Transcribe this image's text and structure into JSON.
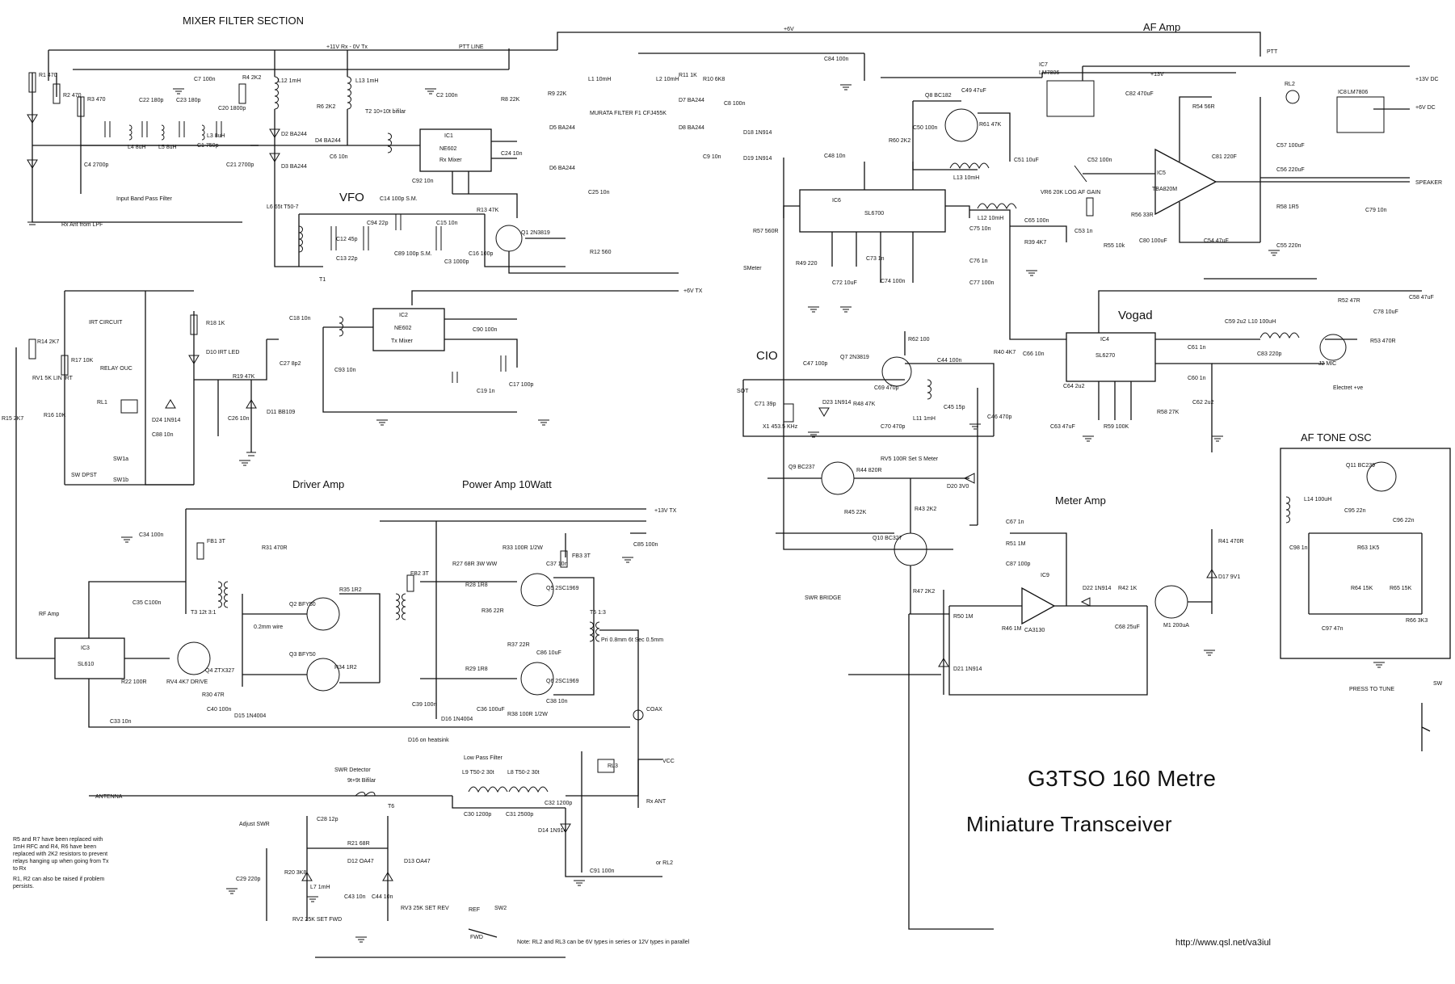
{
  "sections": {
    "mixer_filter": "MIXER FILTER SECTION",
    "af_amp": "AF Amp",
    "vfo": "VFO",
    "driver_amp": "Driver Amp",
    "power_amp": "Power Amp 10Watt",
    "cio": "CIO",
    "vogad": "Vogad",
    "af_tone_osc": "AF TONE OSC",
    "meter_amp": "Meter Amp",
    "input_bpf": "Input Band Pass Filter",
    "swr_detector": "SWR Detector",
    "low_pass_filter": "Low Pass Filter",
    "irt_circuit": "IRT CIRCUIT"
  },
  "title": {
    "line1": "G3TSO 160 Metre",
    "line2": "Miniature Transceiver"
  },
  "url": "http://www.qsl.net/va3iul",
  "notes": [
    "R5 and R7 have been replaced with 1mH RFC and R4, R6 have been replaced with 2K2 resistors to prevent relays hanging up when going from Tx to Rx",
    "R1, R2 can also be raised if problem persists."
  ],
  "rails": {
    "rx_line": "+11V Rx - 0V Tx",
    "ptt_line": "PTT LINE",
    "plus6v": "+6V",
    "plus13v": "+13V",
    "ptt": "PTT",
    "plus6v_tx": "+6V TX",
    "plus13v_tx": "+13V TX",
    "plus13v_dc": "+13V DC",
    "plus6v_dc": "+6V DC",
    "speaker": "SPEAKER",
    "rx_ant_from_lpf": "Rx Ant from LPF",
    "rx_ant": "Rx ANT",
    "vcc": "VCC",
    "antenna": "ANTENNA",
    "coax": "COAX",
    "swr_bridge": "SWR BRIDGE",
    "or_rl2": "or RL2",
    "press_to_tune": "PRESS TO TUNE",
    "electret": "Electret +ve"
  },
  "ics": {
    "ic1": [
      "IC1",
      "NE602",
      "Rx Mixer"
    ],
    "ic2": [
      "IC2",
      "NE602",
      "Tx Mixer"
    ],
    "ic3": [
      "IC3",
      "SL610"
    ],
    "ic4": [
      "IC4",
      "SL6270"
    ],
    "ic5": [
      "IC5",
      "TBA820M"
    ],
    "ic6": [
      "IC6",
      "SL6700"
    ],
    "ic7": [
      "IC7",
      "LM7806"
    ],
    "ic8": [
      "IC8",
      "LM7806"
    ],
    "ic9": [
      "IC9",
      "CA3130"
    ]
  },
  "labels": {
    "r1": "R1 470",
    "r2": "R2 470",
    "r3": "R3 470",
    "r4": "R4 2K2",
    "c22": "C22 180p",
    "c23": "C23 180p",
    "c20": "C20 1800p",
    "c4": "C4 2700p",
    "c21": "C21 2700p",
    "c7": "C7 100n",
    "c1": "C1 750p",
    "l4": "L4 8uH",
    "l5": "L5 8uH",
    "l3": "L3 8uH",
    "l12": "L12 1mH",
    "l13": "L13 1mH",
    "d2": "D2 BA244",
    "d3": "D3 BA244",
    "r6": "R6 2K2",
    "d4": "D4 BA244",
    "c6": "C6 10n",
    "t2": "T2 10+10t bifilar",
    "c2": "C2 100n",
    "r8": "R8 22K",
    "r9": "R9 22K",
    "l1": "L1 10mH",
    "f1": "MURATA FILTER F1 CFJ455K",
    "d5": "D5 BA244",
    "d6": "D6 BA244",
    "c24": "C24 10n",
    "c25": "C25 10n",
    "c92": "C92 10n",
    "l2": "L2 10mH",
    "r11": "R11 1K",
    "r10": "R10 6K8",
    "d7": "D7 BA244",
    "d8": "D8 BA244",
    "c8": "C8 100n",
    "c9": "C9 10n",
    "d18": "D18 1N914",
    "d19": "D19 1N914",
    "c84": "C84 100n",
    "c50": "C50 100n",
    "q8": "Q8 BC182",
    "c49": "C49 47uF",
    "r61": "R61 47K",
    "r60": "R60 2K2",
    "l13b": "L13 10mH",
    "c51": "C51 10uF",
    "c52": "C52 100n",
    "vr6": "VR6 20K LOG AF GAIN",
    "c48": "C48 10n",
    "r57": "R57 560R",
    "l12b": "L12 10mH",
    "c75": "C75 10n",
    "c65": "C65 100n",
    "r39": "R39 4K7",
    "c76": "C76 1n",
    "c77": "C77 100n",
    "c74": "C74 100n",
    "c73": "C73 1n",
    "c72": "C72 10uF",
    "r49": "R49 220",
    "smeter": "SMeter",
    "c82": "C82 470uF",
    "r54": "R54 56R",
    "c81": "C81 220F",
    "c57": "C57 100uF",
    "c56": "C56 220uF",
    "r58": "R58 1R5",
    "c55": "C55 220n",
    "c54": "C54 47uF",
    "c80": "C80 100uF",
    "r56": "R56 33R",
    "r55": "R55 10k",
    "c53": "C53 1n",
    "c79": "C79 10n",
    "rl2": "RL2",
    "l6": "L6 65t T50-7",
    "c14": "C14 100p S.M.",
    "c94": "C94 22p",
    "c12": "C12 45p",
    "c13": "C13 22p",
    "c15": "C15 10n",
    "c89": "C89 100p S.M.",
    "c3": "C3 1000p",
    "c16": "C16 100p",
    "r13": "R13 47K",
    "q1": "Q1 2N3819",
    "r12": "R12 560",
    "t1": "T1",
    "c18": "C18 10n",
    "c90": "C90 100n",
    "c19": "C19 1n",
    "c17": "C17 100p",
    "c93": "C93 10n",
    "r18": "R18 1K",
    "d10": "D10 IRT LED",
    "r14": "R14 2K7",
    "r17": "R17 10K",
    "rv1": "RV1 5K LIN IRT",
    "r15": "R15 2K7",
    "r16": "R16 10K",
    "rl1": "RL1",
    "relay": "RELAY OUC",
    "d24": "D24 1N914",
    "c88": "C88 10n",
    "r19": "R19 47K",
    "c26": "C26 10n",
    "d11": "D11 BB109",
    "c27": "C27 8p2",
    "sw1a": "SW1a",
    "sw1b": "SW1b",
    "swdpst": "SW DPST",
    "q7": "Q7 2N3819",
    "r62": "R62 100",
    "c44": "C44 100n",
    "c47": "C47 100p",
    "c71": "C71 39p",
    "x1": "X1 453.5 KHz",
    "d23": "D23 1N914",
    "r48": "R48 47K",
    "c69": "C69 470p",
    "c70": "C70 470p",
    "l11": "L11 1mH",
    "c45": "C45 15p",
    "c46": "C46 470p",
    "sot": "SOT",
    "q9": "Q9 BC237",
    "r44": "R44 820R",
    "rv5": "RV5 100R Set S Meter",
    "d20": "D20 3V0",
    "r45": "R45 22K",
    "r43": "R43 2K2",
    "q10": "Q10 BC327",
    "r47": "R47 2K2",
    "r50": "R50 1M",
    "d21": "D21 1N914",
    "c67": "C67 1n",
    "r51": "R51 1M",
    "c87": "C87 100p",
    "r46": "R46 1M",
    "d22": "D22 1N914",
    "r42": "R42 1K",
    "c68": "C68 25uF",
    "m1": "M1 200uA",
    "d17": "D17 9V1",
    "r41": "R41 470R",
    "c59": "C59 2u2",
    "l10": "L10 100uH",
    "c83": "C83 220p",
    "c61": "C61 1n",
    "c60": "C60 1n",
    "c62": "C62 2u2",
    "r58b": "R58 27K",
    "r59": "R59 100K",
    "c63": "C63 47uF",
    "c64": "C64 2u2",
    "c66": "C66 10n",
    "r40": "R40 4K7",
    "r52": "R52 47R",
    "c78": "C78 10uF",
    "r53": "R53 470R",
    "c58": "C58 47uF",
    "j2": "J2 MIC",
    "q11": "Q11 BC239",
    "l14": "L14 100uH",
    "c95": "C95 22n",
    "c96": "C96 22n",
    "r63": "R63 1K5",
    "c98": "C98 1n",
    "r64": "R64 15K",
    "r65": "R65 15K",
    "r66": "R66 3K3",
    "c97": "C97 47n",
    "sw": "SW",
    "c34": "C34 100n",
    "fb1": "FB1 3T",
    "r31": "R31 470R",
    "c35": "C35 C100n",
    "rf_amp": "RF Amp",
    "t3": "T3 12t 3:1",
    "q4": "Q4 ZTX327",
    "r22": "R22 100R",
    "rv4": "RV4 4K7 DRIVE",
    "r30": "R30 47R",
    "c40": "C40 100n",
    "d15": "D15 1N4004",
    "c33": "C33 10n",
    "q2": "Q2 BFY50",
    "q3": "Q3 BFY50",
    "r35": "R35 1R2",
    "r34": "R34 1R2",
    "wire": "0.2mm wire",
    "fb2": "FB2 3T",
    "r27": "R27 68R 3W WW",
    "r28": "R28 1R8",
    "r36": "R36 22R",
    "r37": "R37 22R",
    "r29": "R29 1R8",
    "r33": "R33 100R 1/2W",
    "r38": "R38 100R 1/2W",
    "q5": "Q5 2SC1969",
    "q6": "Q6 2SC1969",
    "fb3": "FB3 3T",
    "c37": "C37 10n",
    "c36": "C36 100uF",
    "c38": "C38 10n",
    "c86": "C86 10uF",
    "c85": "C85 100n",
    "t5": "T5 1:3",
    "pri": "Pri 0.8mm 6t Sec 0.5mm",
    "c39": "C39 100n",
    "d16": "D16 1N4004",
    "d16note": "D16 on heatsink",
    "swr_bifilar": "9t+9t Bifilar",
    "adjust_swr": "Adjust SWR",
    "c28": "C28 12p",
    "t6": "T6",
    "r21": "R21 68R",
    "d12": "D12 OA47",
    "d13": "D13 OA47",
    "c29": "C29 220p",
    "r20": "R20 3K8",
    "l7": "L7 1mH",
    "c43": "C43 10n",
    "c44b": "C44 10n",
    "rv2": "RV2 25K SET FWD",
    "rv3": "RV3 25K SET REV",
    "sw2": "SW2",
    "ref": "REF",
    "fwd": "FWD",
    "l9": "L9 T50-2 30t",
    "l8": "L8 T50-2 30t",
    "c30": "C30 1200p",
    "c31": "C31 2500p",
    "c32": "C32 1200p",
    "d14": "D14 1N914",
    "rl3": "RL3",
    "c91": "C91 100n",
    "relay_note": "Note: RL2 and RL3 can be 6V types in series or 12V types in parallel"
  }
}
